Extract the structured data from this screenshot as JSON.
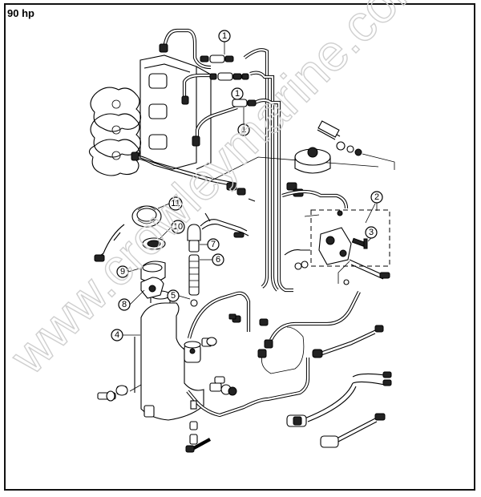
{
  "title": "90 hp",
  "watermark": "www.crowleymarine.com",
  "callouts": [
    {
      "id": "1a",
      "label": "1"
    },
    {
      "id": "1b",
      "label": "1"
    },
    {
      "id": "1c",
      "label": "1"
    },
    {
      "id": "2",
      "label": "2"
    },
    {
      "id": "3",
      "label": "3"
    },
    {
      "id": "4",
      "label": "4"
    },
    {
      "id": "5",
      "label": "5"
    },
    {
      "id": "6",
      "label": "6"
    },
    {
      "id": "7",
      "label": "7"
    },
    {
      "id": "8",
      "label": "8"
    },
    {
      "id": "9",
      "label": "9"
    },
    {
      "id": "10",
      "label": "10"
    },
    {
      "id": "11",
      "label": "11"
    }
  ]
}
